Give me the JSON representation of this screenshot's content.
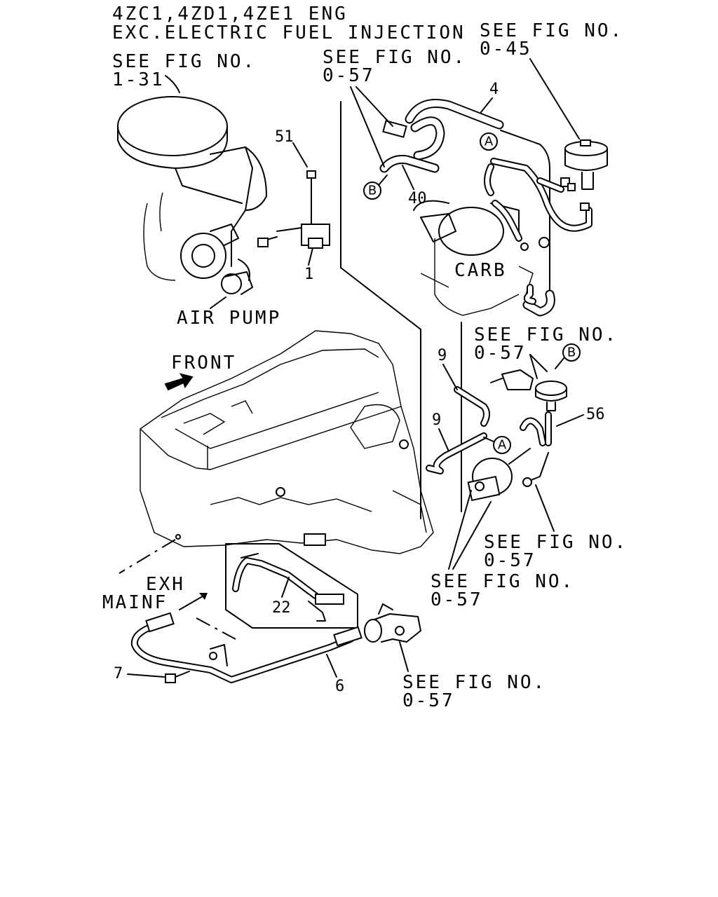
{
  "header": {
    "line1": "4ZC1,4ZD1,4ZE1 ENG",
    "line2": "EXC.ELECTRIC FUEL INJECTION"
  },
  "refs": {
    "fig_1_31": [
      "SEE FIG NO.",
      "1-31"
    ],
    "fig_0_57_top": [
      "SEE FIG NO.",
      "0-57"
    ],
    "fig_0_45": [
      "SEE FIG NO.",
      "0-45"
    ],
    "fig_0_57_right": [
      "SEE FIG NO.",
      "0-57"
    ],
    "fig_0_57_mid": [
      "SEE FIG NO.",
      "0-57"
    ],
    "fig_0_57_low": [
      "SEE FIG NO.",
      "0-57"
    ],
    "fig_0_57_bottom": [
      "SEE FIG NO.",
      "0-57"
    ]
  },
  "labels": {
    "air_pump": "AIR PUMP",
    "carb": "CARB",
    "front": "FRONT",
    "exh": "EXH",
    "mainf": "MAINF"
  },
  "callouts": {
    "a": "A",
    "b": "B"
  },
  "parts": {
    "p1": "1",
    "p4": "4",
    "p6": "6",
    "p7": "7",
    "p9a": "9",
    "p9b": "9",
    "p22": "22",
    "p40": "40",
    "p51": "51",
    "p56": "56"
  },
  "colors": {
    "ink": "#000000",
    "paper": "#ffffff"
  }
}
